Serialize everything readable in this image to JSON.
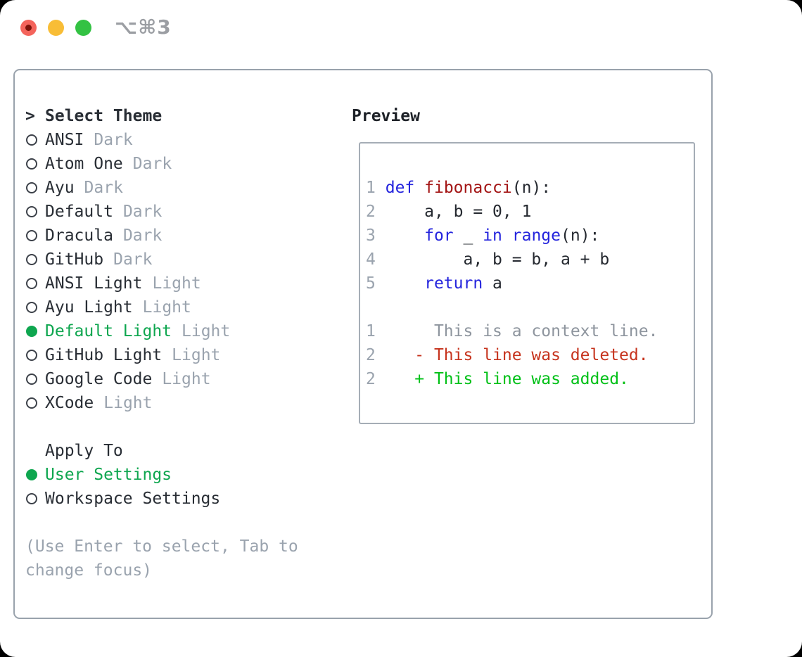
{
  "window": {
    "title": "⌥⌘3"
  },
  "theme_panel": {
    "select_header": {
      "marker": ">",
      "label": "Select Theme"
    },
    "themes": [
      {
        "name": "ANSI",
        "tag": "Dark",
        "selected": false
      },
      {
        "name": "Atom One",
        "tag": "Dark",
        "selected": false
      },
      {
        "name": "Ayu",
        "tag": "Dark",
        "selected": false
      },
      {
        "name": "Default",
        "tag": "Dark",
        "selected": false
      },
      {
        "name": "Dracula",
        "tag": "Dark",
        "selected": false
      },
      {
        "name": "GitHub",
        "tag": "Dark",
        "selected": false
      },
      {
        "name": "ANSI Light",
        "tag": "Light",
        "selected": false
      },
      {
        "name": "Ayu Light",
        "tag": "Light",
        "selected": false
      },
      {
        "name": "Default Light",
        "tag": "Light",
        "selected": true
      },
      {
        "name": "GitHub Light",
        "tag": "Light",
        "selected": false
      },
      {
        "name": "Google Code",
        "tag": "Light",
        "selected": false
      },
      {
        "name": "XCode",
        "tag": "Light",
        "selected": false
      }
    ],
    "apply_to": {
      "label": "Apply To",
      "options": [
        {
          "name": "User Settings",
          "selected": true
        },
        {
          "name": "Workspace Settings",
          "selected": false
        }
      ]
    },
    "help_lines": [
      "(Use Enter to select, Tab to",
      "change focus)"
    ]
  },
  "preview": {
    "title": "Preview",
    "lines": [
      [
        {
          "t": "1",
          "c": "ln"
        },
        {
          "t": " ",
          "c": "t"
        },
        {
          "t": "def",
          "c": "kw"
        },
        {
          "t": " ",
          "c": "t"
        },
        {
          "t": "fibonacci",
          "c": "fn"
        },
        {
          "t": "(n):",
          "c": "t"
        }
      ],
      [
        {
          "t": "2",
          "c": "ln"
        },
        {
          "t": "     a, b = 0, 1",
          "c": "t"
        }
      ],
      [
        {
          "t": "3",
          "c": "ln"
        },
        {
          "t": "     ",
          "c": "t"
        },
        {
          "t": "for",
          "c": "kw"
        },
        {
          "t": " _ ",
          "c": "t"
        },
        {
          "t": "in",
          "c": "kw"
        },
        {
          "t": " ",
          "c": "t"
        },
        {
          "t": "range",
          "c": "kw"
        },
        {
          "t": "(n):",
          "c": "t"
        }
      ],
      [
        {
          "t": "4",
          "c": "ln"
        },
        {
          "t": "         a, b = b, a + b",
          "c": "t"
        }
      ],
      [
        {
          "t": "5",
          "c": "ln"
        },
        {
          "t": "     ",
          "c": "t"
        },
        {
          "t": "return",
          "c": "kw"
        },
        {
          "t": " a",
          "c": "t"
        }
      ],
      [],
      [
        {
          "t": "1",
          "c": "ln"
        },
        {
          "t": "      ",
          "c": "t"
        },
        {
          "t": "This is a context line.",
          "c": "ctx"
        }
      ],
      [
        {
          "t": "2",
          "c": "ln"
        },
        {
          "t": "    ",
          "c": "t"
        },
        {
          "t": "- This line was deleted.",
          "c": "del"
        }
      ],
      [
        {
          "t": "2",
          "c": "ln"
        },
        {
          "t": "    ",
          "c": "t"
        },
        {
          "t": "+ This line was added.",
          "c": "add"
        }
      ]
    ]
  },
  "colors": {
    "accent_green": "#0ea64f",
    "diff_added": "#00c017",
    "diff_deleted": "#c6331d",
    "keyword_blue": "#2424dd",
    "function_red": "#a31515",
    "muted_gray": "#9aa3ae",
    "text_dark": "#282d34",
    "panel_border": "#99a2ac",
    "traffic_red": "#f4645c",
    "traffic_yellow": "#f8bd36",
    "traffic_green": "#33c243"
  }
}
